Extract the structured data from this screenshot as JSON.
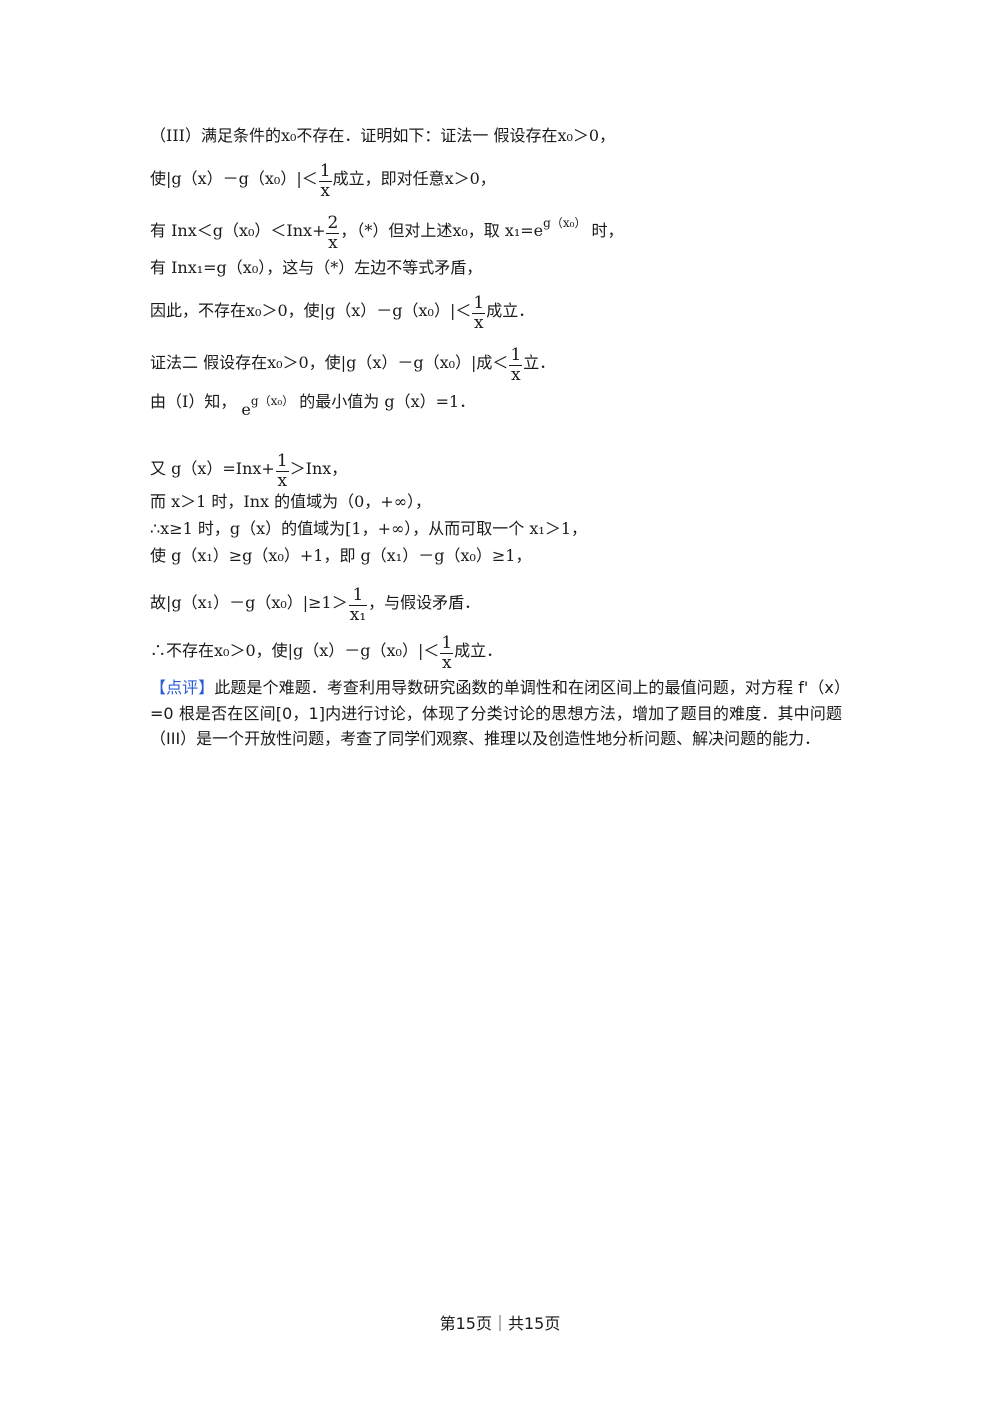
{
  "lines": [
    {
      "text": "（III）满足条件的x₀不存在．证明如下：证法一 假设存在x₀＞0，"
    },
    {
      "pre": "使|g（x）－g（x₀）|＜",
      "num": "1",
      "den": "x",
      "post": "成立，即对任意x＞0，"
    },
    {
      "pre": "有 Inx＜g（x₀）＜Inx+",
      "num": "2",
      "den": "x",
      "mid": "，（*）但对上述x₀，取 x₁=e",
      "exp": "g（x₀）",
      "post": " 时，"
    },
    {
      "text": "有 Inx₁=g（x₀），这与（*）左边不等式矛盾，"
    },
    {
      "pre": "因此，不存在x₀＞0，使|g（x）－g（x₀）|＜",
      "num": "1",
      "den": "x",
      "post": "成立．"
    },
    {
      "pre": "证法二 假设存在x₀＞0，使|g（x）－g（x₀）|成＜",
      "num": "1",
      "den": "x",
      "post": "立．"
    },
    {
      "pre": "由（I）知，",
      "base": "e",
      "exp": "g（x₀）",
      "post": "的最小值为 g（x）=1．"
    },
    {
      "pre": "又 g（x）=Inx+",
      "num": "1",
      "den": "x",
      "post": "＞Inx，"
    },
    {
      "text": "而 x＞1 时，Inx 的值域为（0，+∞），"
    },
    {
      "text": "∴x≥1 时，g（x）的值域为[1，+∞），从而可取一个 x₁＞1，"
    },
    {
      "text": "使 g（x₁）≥g（x₀）+1，即 g（x₁）－g（x₀）≥1，"
    },
    {
      "pre": "故|g（x₁）－g（x₀）|≥1＞",
      "num": "1",
      "den": "x₁",
      "post": "，与假设矛盾．"
    },
    {
      "pre": "∴不存在x₀＞0，使|g（x）－g（x₀）|＜",
      "num": "1",
      "den": "x",
      "post": "成立．"
    }
  ],
  "comment": {
    "tag": "【点评】",
    "text": "此题是个难题．考查利用导数研究函数的单调性和在闭区间上的最值问题，对方程 f'（x）=0 根是否在区间[0，1]内进行讨论，体现了分类讨论的思想方法，增加了题目的难度．其中问题（III）是一个开放性问题，考查了同学们观察、推理以及创造性地分析问题、解决问题的能力．"
  },
  "footer": "第15页｜共15页"
}
